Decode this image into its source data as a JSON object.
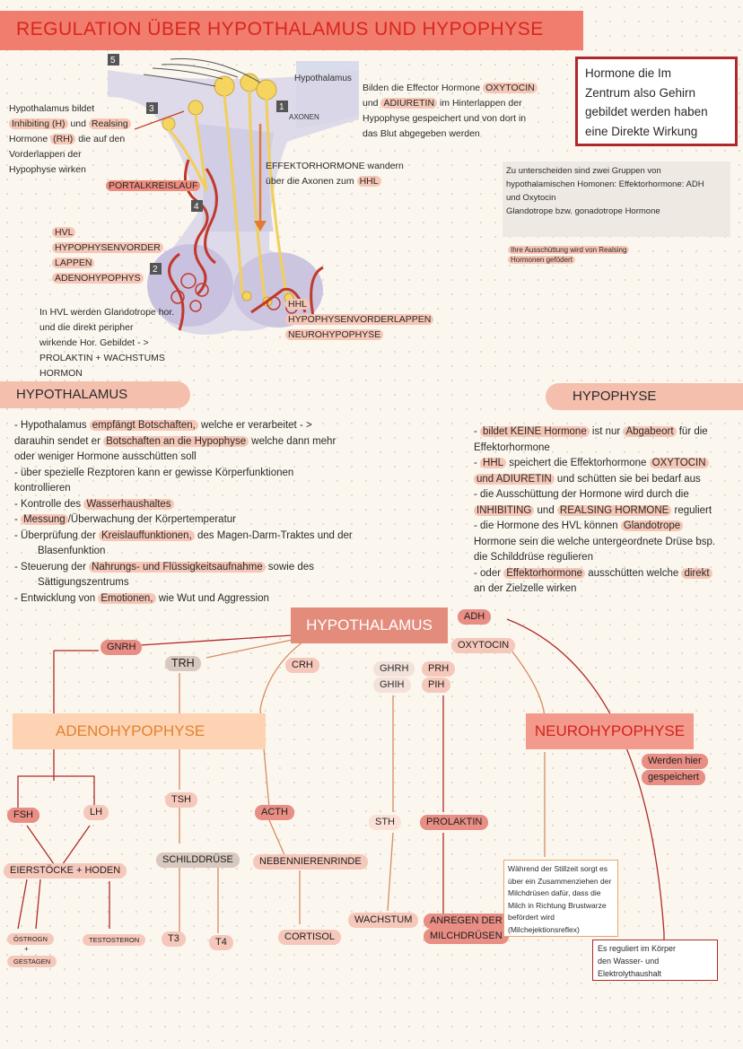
{
  "title": "REGULATION ÜBER HYPOTHALAMUS UND HYPOPHYSE",
  "diagram": {
    "hypothalamus_label": "Hypothalamus",
    "axonen_label": "AXONEN",
    "markers": [
      "5",
      "3",
      "1",
      "4",
      "2"
    ]
  },
  "left_note": [
    "Hypothalamus bildet",
    "Inhibiting (H)",
    "und",
    "Realsing",
    "Hormone",
    "(RH)",
    "die auf den",
    "Vorderlappen der",
    "Hypophyse wirken"
  ],
  "portalkreislauf": "PORTALKREISLAUF",
  "hvl_labels": [
    "HVL",
    "HYPOPHYSENVORDER",
    "LAPPEN",
    "ADENOHYPOPHYS"
  ],
  "hvl_note": [
    "In HVL werden Glandotrope hor.",
    "und die direkt peripher",
    "wirkende Hor. Gebildet - >",
    "PROLAKTIN + WACHSTUMS",
    "HORMON"
  ],
  "effector_note": {
    "p1": "Bilden die Effector Hormone",
    "oxy": "OXYTOCIN",
    "p2": "und",
    "adi": "ADIURETIN",
    "p3": "im Hinterlappen der",
    "l2": "Hypophyse gespeichert und von dort in",
    "l3": "das Blut abgegeben werden"
  },
  "effektor_wandern": {
    "l1": "EFFEKTORHORMONE wandern",
    "l2": "über die Axonen zum",
    "hhl": "HHL"
  },
  "hhl_labels": [
    "HHL",
    "HYPOPHYSENVORDERLAPPEN",
    "NEUROHYPOPHYSE"
  ],
  "red_box": [
    "Hormone die Im",
    "Zentrum also Gehirn",
    "gebildet werden haben",
    "eine Direkte Wirkung"
  ],
  "grey_note": {
    "l1": "Zu unterscheiden sind zwei Gruppen von",
    "l2": "hypothalamischen Homonen: Effektorhormone: ADH",
    "l3": "und Oxytocin",
    "l4": "Glandotrope bzw. gonadotrope Hormone",
    "sub1": "Ihre Ausschüttung wird von Realsing",
    "sub2": "Hormonen gefödert"
  },
  "hypothalamus_section": {
    "header": "HYPOTHALAMUS",
    "lines": [
      [
        "- Hypothalamus ",
        "empfängt Botschaften,",
        " welche er verarbeitet - >"
      ],
      [
        "darauhin sendet er ",
        "Botschaften an die Hypophyse",
        " welche dann mehr"
      ],
      [
        "oder weniger Hormone ausschütten soll"
      ],
      [
        "- über spezielle Rezptoren kann er gewisse Körperfunktionen"
      ],
      [
        "kontrollieren"
      ],
      [
        "- Kontrolle des ",
        "Wasserhaushaltes"
      ],
      [
        "- ",
        "Messung",
        "/Überwachung der Körpertemperatur"
      ],
      [
        "- Überprüfung der ",
        "Kreislauffunktionen,",
        " des Magen-Darm-Traktes und der"
      ],
      [
        "Blasenfunktion"
      ],
      [
        "- Steuerung der ",
        "Nahrungs- und Flüssigkeitsaufnahme",
        " sowie des"
      ],
      [
        "Sättigungszentrums"
      ],
      [
        "- Entwicklung von ",
        "Emotionen,",
        " wie Wut und Aggression"
      ]
    ]
  },
  "hypophyse_section": {
    "header": "HYPOPHYSE",
    "lines": [
      [
        "- ",
        "bildet KEINE Hormone",
        " ist nur ",
        "Abgabeort",
        " für die"
      ],
      [
        "Effektorhormone"
      ],
      [
        "- ",
        "HHL",
        " speichert die Effektorhormone ",
        "OXYTOCIN"
      ],
      [
        "und ADIURETIN",
        " und schütten sie bei bedarf aus"
      ],
      [
        "- die Ausschüttung der Hormone wird durch die"
      ],
      [
        "INHIBITING",
        " und ",
        "REALSING HORMONE",
        " reguliert"
      ],
      [
        "- die Hormone des HVL können ",
        "Glandotrope"
      ],
      [
        "Hormone sein die welche untergeordnete Drüse bsp."
      ],
      [
        "die Schilddrüse regulieren"
      ],
      [
        "- oder ",
        "Effektorhormone",
        " ausschütten welche ",
        "direkt"
      ],
      [
        "an der Zielzelle wirken"
      ]
    ]
  },
  "flow": {
    "center": "HYPOTHALAMUS",
    "adh": "ADH",
    "oxytocin": "OXYTOCIN",
    "gnrh": "GNRH",
    "trh": "TRH",
    "crh": "CRH",
    "ghrh": "GHRH",
    "ghih": "GHIH",
    "prh": "PRH",
    "pih": "PIH",
    "adeno": "ADENOHYPOPHYSE",
    "neuro": "NEUROHYPOPHYSE",
    "stored1": "Werden hier",
    "stored2": "gespeichert",
    "fsh": "FSH",
    "lh": "LH",
    "tsh": "TSH",
    "acth": "ACTH",
    "sth": "STH",
    "prolaktin": "PROLAKTIN",
    "eierstoecke": "EIERSTÖCKE + HODEN",
    "schilddruese": "SCHILDDRÜSE",
    "nebenniere": "NEBENNIERENRINDE",
    "oestrogen": "ÖSTROGN",
    "plus": "+",
    "gestagen": "GESTAGEN",
    "testosteron": "TESTOSTERON",
    "t3": "T3",
    "t4": "T4",
    "cortisol": "CORTISOL",
    "wachstum": "WACHSTUM",
    "milch1": "ANREGEN DER",
    "milch2": "MILCHDRÜSEN",
    "stillzeit": [
      "Während der Stillzeit sorgt es",
      "über ein Zusammenziehen der",
      "Milchdrüsen dafür, dass die",
      "Milch in Richtung Brustwarze",
      "befördert wird",
      "(Milchejektionsreflex)"
    ],
    "wasser": [
      "Es reguliert im Körper",
      "den Wasser- und",
      "Elektrolythaushalt"
    ]
  },
  "colors": {
    "title_bar": "#f07d6e",
    "title_text": "#d9261c",
    "highlight": "#f6c7b6",
    "line_red": "#b02a2a",
    "line_orange": "#d98a5e",
    "adeno_bg": "#fdd3b4",
    "neuro_bg": "#f49a8c"
  }
}
